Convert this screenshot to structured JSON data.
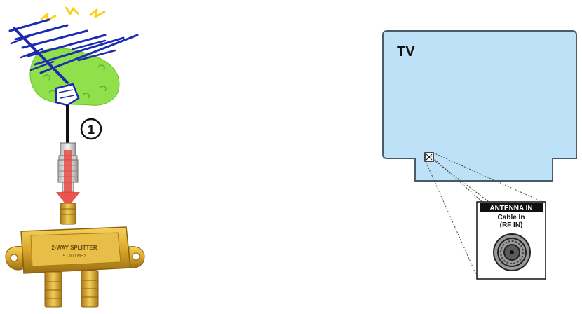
{
  "step_marker": "1",
  "splitter": {
    "label_line1": "2-WAY SPLITTER",
    "label_line2": "5 - 900 MHz"
  },
  "tv": {
    "label": "TV"
  },
  "port": {
    "header": "ANTENNA IN",
    "line1": "Cable In",
    "line2": "(RF IN)"
  },
  "colors": {
    "tv_fill": "#bde2f7",
    "antenna_blue": "#1c2bb0",
    "blob_green": "#8fe04a",
    "spark_yellow": "#f7d21a",
    "connector_red": "#e8413c",
    "brass": "#d9a62a"
  }
}
